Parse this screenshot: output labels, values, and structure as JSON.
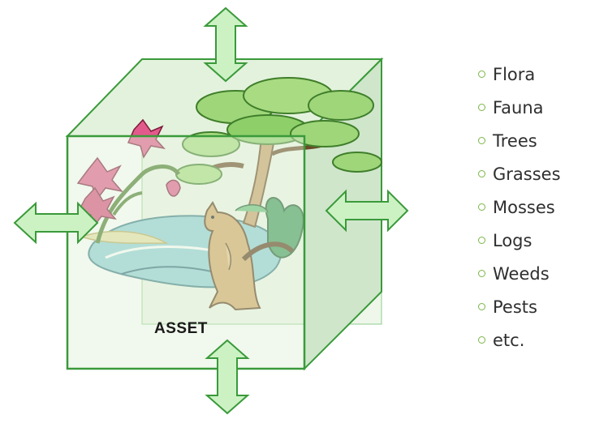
{
  "cube": {
    "label": "ASSET"
  },
  "list": {
    "items": [
      {
        "label": "Flora"
      },
      {
        "label": "Fauna"
      },
      {
        "label": "Trees"
      },
      {
        "label": "Grasses"
      },
      {
        "label": "Mosses"
      },
      {
        "label": "Logs"
      },
      {
        "label": "Weeds"
      },
      {
        "label": "Pests"
      },
      {
        "label": "etc."
      }
    ]
  },
  "colors": {
    "cube_fill": "#e3f2dd",
    "cube_edge": "#3a9a3a",
    "arrow_fill": "#ccf2c4",
    "arrow_edge": "#3a9a3a",
    "bullet": "#7ab648"
  },
  "icons": {
    "arrows": [
      "up-down-arrow-icon",
      "left-right-arrow-icon"
    ],
    "illustration": [
      "tree-icon",
      "kangaroo-icon",
      "flower-icon",
      "water-icon",
      "bush-icon"
    ]
  }
}
